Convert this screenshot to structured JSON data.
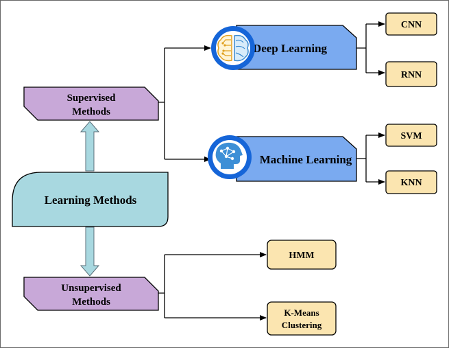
{
  "nodes": {
    "learning_methods": "Learning Methods",
    "supervised_line1": "Supervised",
    "supervised_line2": "Methods",
    "unsupervised_line1": "Unsupervised",
    "unsupervised_line2": "Methods",
    "deep_learning": "Deep Learning",
    "machine_learning": "Machine Learning",
    "cnn": "CNN",
    "rnn": "RNN",
    "svm": "SVM",
    "knn": "KNN",
    "hmm": "HMM",
    "kmeans_line1": "K-Means",
    "kmeans_line2": "Clustering"
  },
  "icons": {
    "deep_learning": "brain-icon",
    "machine_learning": "neural-network-head-icon"
  },
  "colors": {
    "root_fill": "#a8d8e0",
    "method_fill": "#c8a8d8",
    "learning_fill": "#7aaaf0",
    "leaf_fill": "#fbe5b0",
    "icon_ring": "#1565d8",
    "double_arrow_fill": "#a8d8e0"
  }
}
